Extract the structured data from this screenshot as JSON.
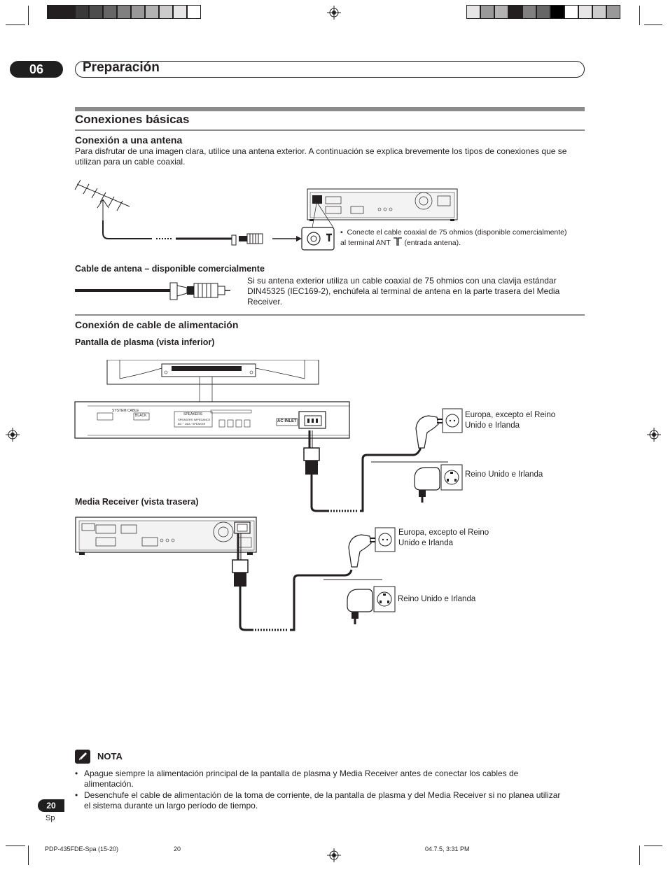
{
  "header": {
    "chapter_number": "06",
    "chapter_title": "Preparación",
    "bars_left": [
      "#231f20",
      "#231f20",
      "#3a3a3a",
      "#4d4d4d",
      "#666666",
      "#808080",
      "#999999",
      "#b3b3b3",
      "#cccccc",
      "#e6e6e6",
      "#ffffff"
    ],
    "bars_right": [
      "#e6e6e6",
      "#999999",
      "#b3b3b3",
      "#231f20",
      "#808080",
      "#666666",
      "#000000",
      "#ffffff",
      "#e6e6e6",
      "#cccccc",
      "#999999"
    ]
  },
  "section": {
    "title": "Conexiones básicas",
    "antenna": {
      "heading": "Conexión a una antena",
      "intro": "Para disfrutar de una imagen clara, utilice una antena exterior. A continuación se explica brevemente los tipos de conexiones que se utilizan para un cable coaxial.",
      "bullet_part1": "Conecte el cable coaxial de 75 ohmios (disponible comercialmente) al terminal ANT",
      "bullet_part2": "(entrada antena).",
      "cable_caption": "Cable de antena – disponible comercialmente",
      "cable_text": "Si su antena exterior utiliza un cable coaxial de 75 ohmios con una clavija estándar DIN45325 (IEC169-2), enchúfela al terminal de antena en la parte trasera del Media Receiver."
    },
    "power": {
      "heading": "Conexión de cable de alimentación",
      "plasma_caption": "Pantalla de plasma (vista inferior)",
      "receiver_caption": "Media Receiver (vista trasera)",
      "plug_label_eu": "Europa, excepto el Reino Unido e Irlanda",
      "plug_label_uk": "Reino Unido e Irlanda",
      "panel_labels": {
        "speakers": "SPEAKERS",
        "speakers_sub": "SPEAKERS  IMPEDANCE",
        "speakers_sub2": "8Ω ~ 16Ω / SPEAKER",
        "ac_inlet": "AC INLET",
        "system_cable": "SYSTEM CABLE",
        "black": "BLACK"
      }
    }
  },
  "nota": {
    "title": "NOTA",
    "items": [
      "Apague siempre la alimentación principal de la pantalla de plasma y Media Receiver antes de conectar los cables de alimentación.",
      "Desenchufe el cable de alimentación de la toma de corriente, de la pantalla de plasma y del Media Receiver si no planea utilizar el sistema durante un largo período de tiempo."
    ]
  },
  "page": {
    "number": "20",
    "lang": "Sp"
  },
  "footer": {
    "file": "PDP-435FDE-Spa (15-20)",
    "page": "20",
    "date": "04.7.5, 3:31 PM"
  }
}
